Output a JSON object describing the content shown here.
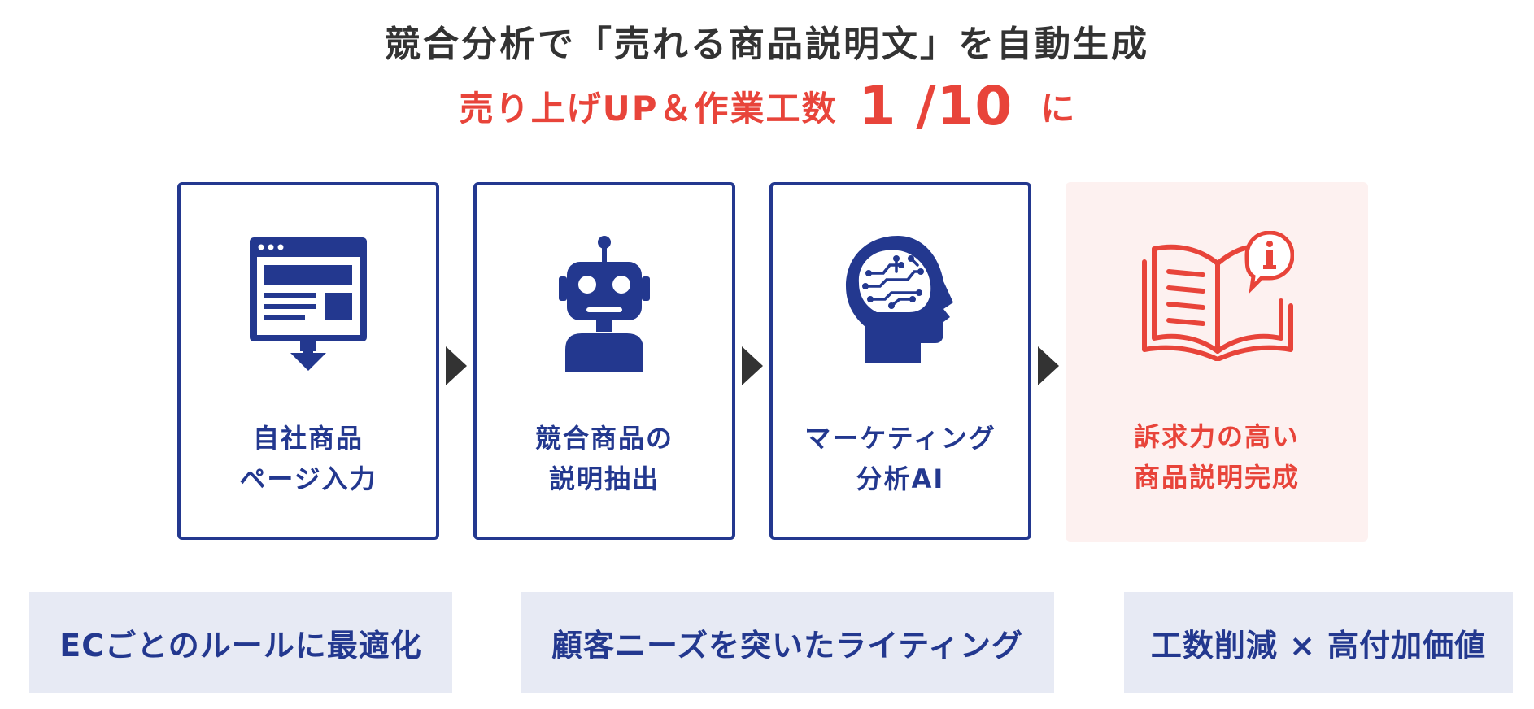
{
  "header": {
    "title": "競合分析で「売れる商品説明文」を自動生成",
    "subtitle_prefix": "売り上げUP＆作業工数",
    "subtitle_number": "1 /10",
    "subtitle_suffix": "に"
  },
  "steps": [
    {
      "line1": "自社商品",
      "line2": "ページ入力",
      "icon": "webpage-download-icon"
    },
    {
      "line1": "競合商品の",
      "line2": "説明抽出",
      "icon": "robot-icon"
    },
    {
      "line1": "マーケティング",
      "line2": "分析AI",
      "icon": "ai-brain-head-icon"
    },
    {
      "line1": "訴求力の高い",
      "line2": "商品説明完成",
      "icon": "book-info-icon"
    }
  ],
  "features": [
    "ECごとのルールに最適化",
    "顧客ニーズを突いたライティング",
    "工数削減 × 高付加価値"
  ],
  "colors": {
    "navy": "#23388f",
    "accent_red": "#e8443a",
    "dark_text": "#333333",
    "result_bg": "#fdf1f0",
    "feature_bg": "#e7eaf4"
  }
}
